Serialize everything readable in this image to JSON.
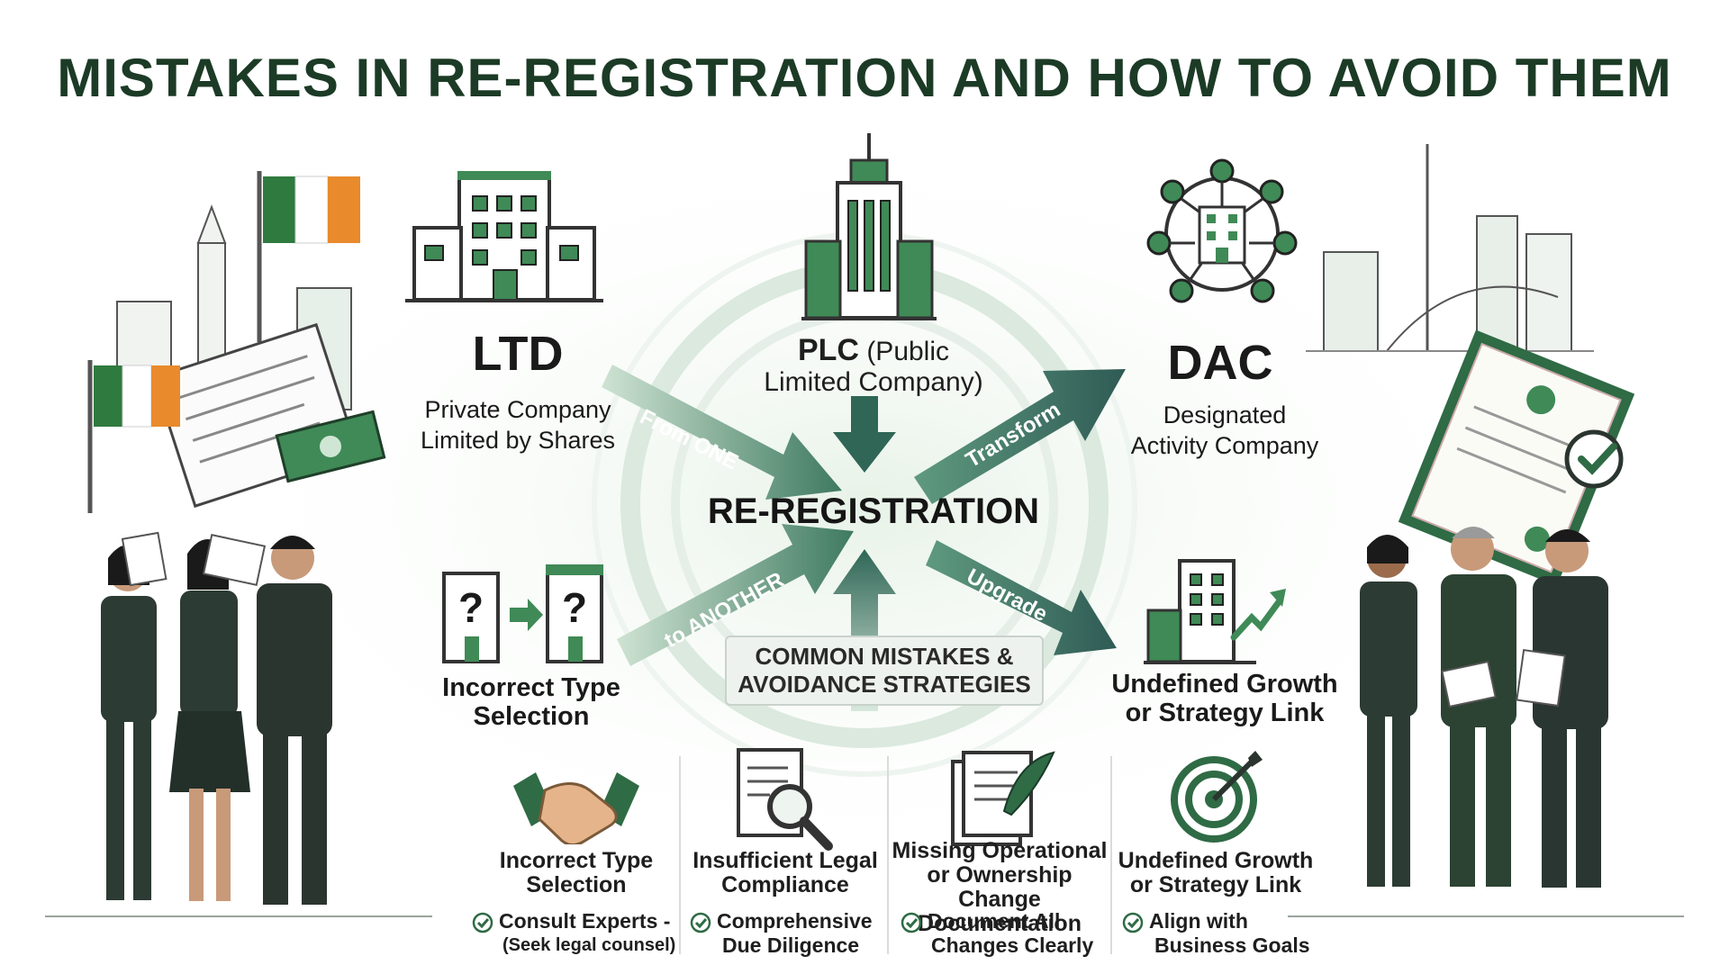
{
  "title": "MISTAKES IN RE-REGISTRATION AND HOW TO AVOID THEM",
  "nodes": {
    "ltd": {
      "abbr": "LTD",
      "desc": [
        "Private Company",
        "Limited by Shares"
      ]
    },
    "plc": {
      "abbr": "PLC",
      "desc_inline": "(Public",
      "desc2": "Limited Company)"
    },
    "dac": {
      "abbr": "DAC",
      "desc": [
        "Designated",
        "Activity Company"
      ]
    },
    "incorrect": {
      "label": [
        "Incorrect Type",
        "Selection"
      ]
    },
    "growth": {
      "label": [
        "Undefined Growth",
        "or Strategy Link"
      ]
    }
  },
  "center": "RE-REGISTRATION",
  "arrows": {
    "from_one": "From ONE",
    "transform": "Transform",
    "to_another": "to ANOTHER",
    "upgrade": "Upgrade"
  },
  "mistakes_box": [
    "COMMON MISTAKES &",
    "AVOIDANCE STRATEGIES"
  ],
  "columns": [
    {
      "icon": "handshake-icon",
      "title": [
        "Incorrect Type",
        "Selection"
      ],
      "tip": "Consult Experts -",
      "tip_sub": "(Seek legal counsel)"
    },
    {
      "icon": "document-magnifier-icon",
      "title": [
        "Insufficient Legal",
        "Compliance"
      ],
      "tip": "Comprehensive",
      "tip2": "Due Diligence"
    },
    {
      "icon": "document-quill-icon",
      "title": [
        "Missing Operational",
        "or Ownership Change",
        "Documentation"
      ],
      "tip": "Document All",
      "tip2": "Changes Clearly"
    },
    {
      "icon": "target-icon",
      "title": [
        "Undefined Growth",
        "or Strategy Link"
      ],
      "tip": "Align with",
      "tip2": "Business Goals"
    }
  ],
  "colors": {
    "accent": "#2f6b45",
    "dark_green": "#1c3b26",
    "orange": "#e98a2c",
    "arrow_teal": "#3e6f66"
  }
}
